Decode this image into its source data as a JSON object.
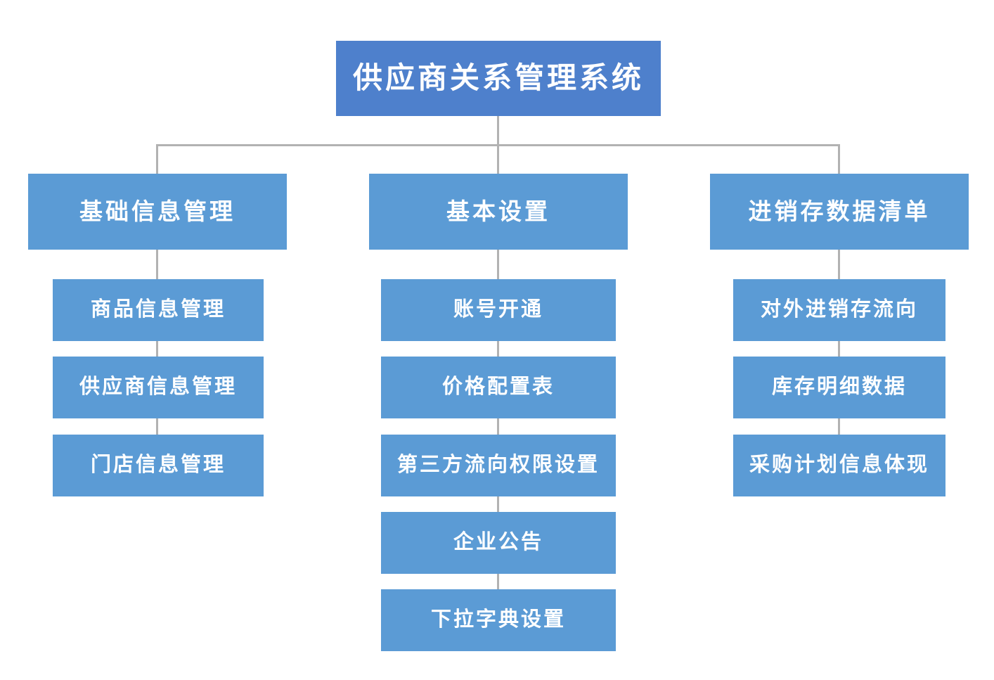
{
  "diagram": {
    "type": "org-chart",
    "root": {
      "label": "供应商关系管理系统"
    },
    "branches": [
      {
        "label": "基础信息管理",
        "children": [
          {
            "label": "商品信息管理"
          },
          {
            "label": "供应商信息管理"
          },
          {
            "label": "门店信息管理"
          }
        ]
      },
      {
        "label": "基本设置",
        "children": [
          {
            "label": "账号开通"
          },
          {
            "label": "价格配置表"
          },
          {
            "label": "第三方流向权限设置"
          },
          {
            "label": "企业公告"
          },
          {
            "label": "下拉字典设置"
          }
        ]
      },
      {
        "label": "进销存数据清单",
        "children": [
          {
            "label": "对外进销存流向"
          },
          {
            "label": "库存明细数据"
          },
          {
            "label": "采购计划信息体现"
          }
        ]
      }
    ],
    "colors": {
      "root_fill": "#4e80cc",
      "node_fill": "#5b9bd5",
      "text": "#ffffff",
      "connector": "#b2b2b2",
      "background": "#ffffff"
    }
  }
}
